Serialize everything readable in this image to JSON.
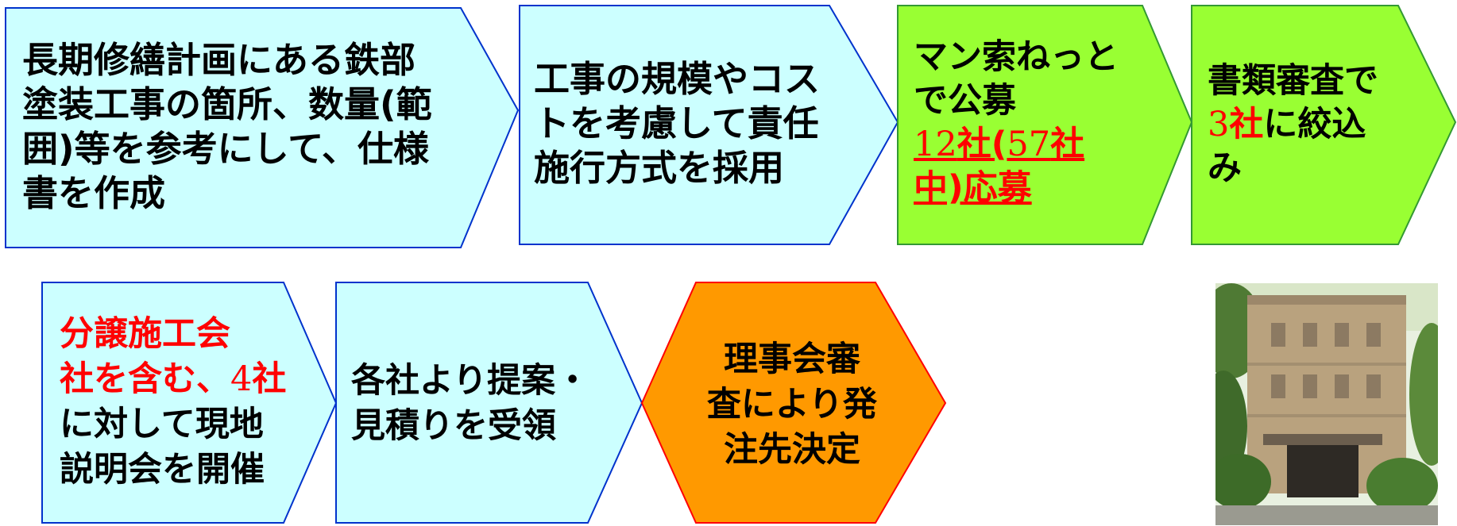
{
  "colors": {
    "step_cyan": "#ccffff",
    "step_cyan_border": "#0033cc",
    "step_green": "#99ff33",
    "step_green_border": "#339933",
    "decision_orange": "#ff9900",
    "decision_border": "#ff0000",
    "highlight_red": "#ff0000"
  },
  "steps": [
    {
      "shape": "chevron-arrow",
      "lines": [
        "長期修繕計画にある鉄部",
        "塗装工事の箇所、数量(範",
        "囲)等を参考にして、仕様",
        "書を作成"
      ]
    },
    {
      "shape": "chevron-arrow",
      "lines": [
        "工事の規模やコス",
        "トを考慮して責任",
        "施行方式を採用"
      ]
    },
    {
      "shape": "chevron-arrow",
      "line1": "マン索ねっと",
      "line2": "で公募",
      "line3_num1": "12",
      "line3_txt1": "社(",
      "line3_num2": "57",
      "line3_txt2": "社",
      "line4": "中)応募"
    },
    {
      "shape": "chevron-arrow",
      "line1": "書類審査で",
      "line2_num": "3",
      "line2_red": "社",
      "line2_rest": "に絞込",
      "line3": "み"
    },
    {
      "shape": "chevron-arrow",
      "line1": "分譲施工会",
      "line2_red": "社を含む、",
      "line2_num": "4",
      "line2_red2": "社",
      "line3": "に対して現地",
      "line4": "説明会を開催"
    },
    {
      "shape": "chevron-arrow",
      "lines": [
        "各社より提案・",
        "見積りを受領"
      ]
    },
    {
      "shape": "hexagon",
      "lines": [
        "理事会審",
        "査により発",
        "注先決定"
      ]
    }
  ],
  "photo": {
    "subject": "building-photo"
  }
}
